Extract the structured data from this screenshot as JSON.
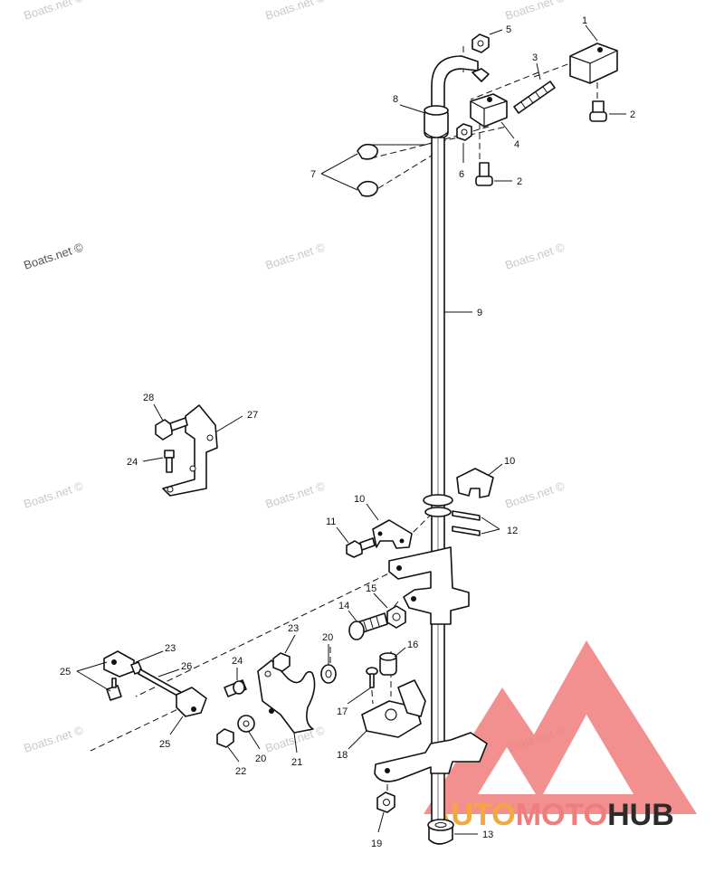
{
  "watermarks": [
    {
      "text": "Boats.net ©",
      "style": "light"
    },
    {
      "text": "Boats.net ©",
      "style": "light"
    },
    {
      "text": "Boats.net ©",
      "style": "light"
    },
    {
      "text": "Boats.net ©",
      "style": "dark"
    },
    {
      "text": "Boats.net ©",
      "style": "light"
    },
    {
      "text": "Boats.net ©",
      "style": "light"
    },
    {
      "text": "Boats.net ©",
      "style": "light"
    },
    {
      "text": "Boats.net ©",
      "style": "light"
    },
    {
      "text": "Boats.net ©",
      "style": "light"
    },
    {
      "text": "Boats.net ©",
      "style": "light"
    },
    {
      "text": "Boats.net ©",
      "style": "light"
    },
    {
      "text": "Boats.net ©",
      "style": "light"
    }
  ],
  "callouts": [
    "1",
    "2",
    "3",
    "5",
    "4",
    "8",
    "6",
    "2",
    "7",
    "9",
    "28",
    "27",
    "24",
    "10",
    "10",
    "11",
    "12",
    "15",
    "14",
    "23",
    "23",
    "20",
    "16",
    "25",
    "26",
    "24",
    "17",
    "18",
    "25",
    "20",
    "22",
    "21",
    "19",
    "13"
  ],
  "logo": {
    "part1": "AUTO",
    "part2": "MOTO",
    "part3": "HUB",
    "colors": {
      "accent": "#f07c7c",
      "orange": "#f2a93b",
      "dark": "#2b2b2b"
    }
  }
}
